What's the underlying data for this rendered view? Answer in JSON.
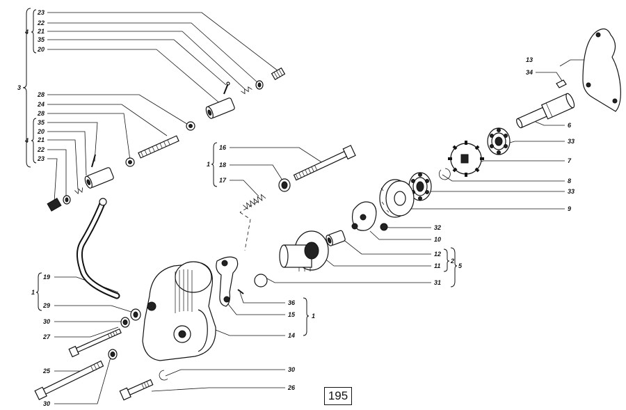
{
  "diagram": {
    "page_number": "195",
    "callouts": {
      "c23a": "23",
      "c22a": "22",
      "c21a": "21",
      "c35a": "35",
      "c20a": "20",
      "c28a": "28",
      "c24": "24",
      "c28b": "28",
      "c35b": "35",
      "c20b": "20",
      "c21b": "21",
      "c22b": "22",
      "c23b": "23",
      "c16": "16",
      "c18": "18",
      "c17": "17",
      "c13": "13",
      "c34": "34",
      "c6": "6",
      "c33a": "33",
      "c7": "7",
      "c8": "8",
      "c33b": "33",
      "c9": "9",
      "c32": "32",
      "c10": "10",
      "c12": "12",
      "c11": "11",
      "c31": "31",
      "c19": "19",
      "c29": "29",
      "c30a": "30",
      "c27": "27",
      "c25": "25",
      "c30b": "30",
      "c36": "36",
      "c15": "15",
      "c14": "14",
      "c30c": "30",
      "c26": "26"
    },
    "groups": {
      "g3": "3",
      "g4a": "4",
      "g4b": "4",
      "g1a": "1",
      "g1b": "1",
      "g1c": "1",
      "g2": "2",
      "g5": "5"
    }
  }
}
